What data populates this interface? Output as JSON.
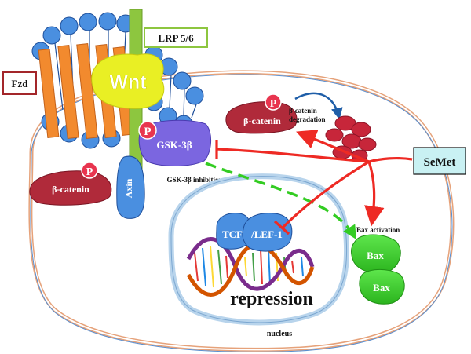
{
  "labels": {
    "fzd": "Fzd",
    "lrp": "LRP 5/6",
    "wnt": "Wnt",
    "axin": "Axin",
    "gsk": "GSK-3β",
    "gsk_inhibition": "GSK-3β inhibition",
    "phospho": "P",
    "beta_catenin_cyto": "β-catenin",
    "beta_catenin_bound": "β-catenin",
    "degradation_line1": "β-catenin",
    "degradation_line2": "degradation",
    "semet": "SeMet",
    "bax_activation": "Bax activation",
    "bax1": "Bax",
    "bax2": "Bax",
    "tcf": "TCF",
    "lef": "/LEF-1",
    "repression": "repression",
    "nucleus": "nucleus"
  },
  "colors": {
    "fzd": "#f28a2e",
    "lrp": "#8dc63f",
    "wnt": "#e9ef24",
    "lipid": "#4a8fe0",
    "axin": "#4a8fe0",
    "gsk": "#7b66e0",
    "beta_catenin": "#b02a3a",
    "phospho": "#e8354f",
    "degradation": "#c7263a",
    "semet_box": "#c9f1f3",
    "red_arrow": "#ee2a24",
    "blue_arrow": "#1f5ea8",
    "green_arrow": "#33cc22",
    "bax": "#3dd62d"
  }
}
